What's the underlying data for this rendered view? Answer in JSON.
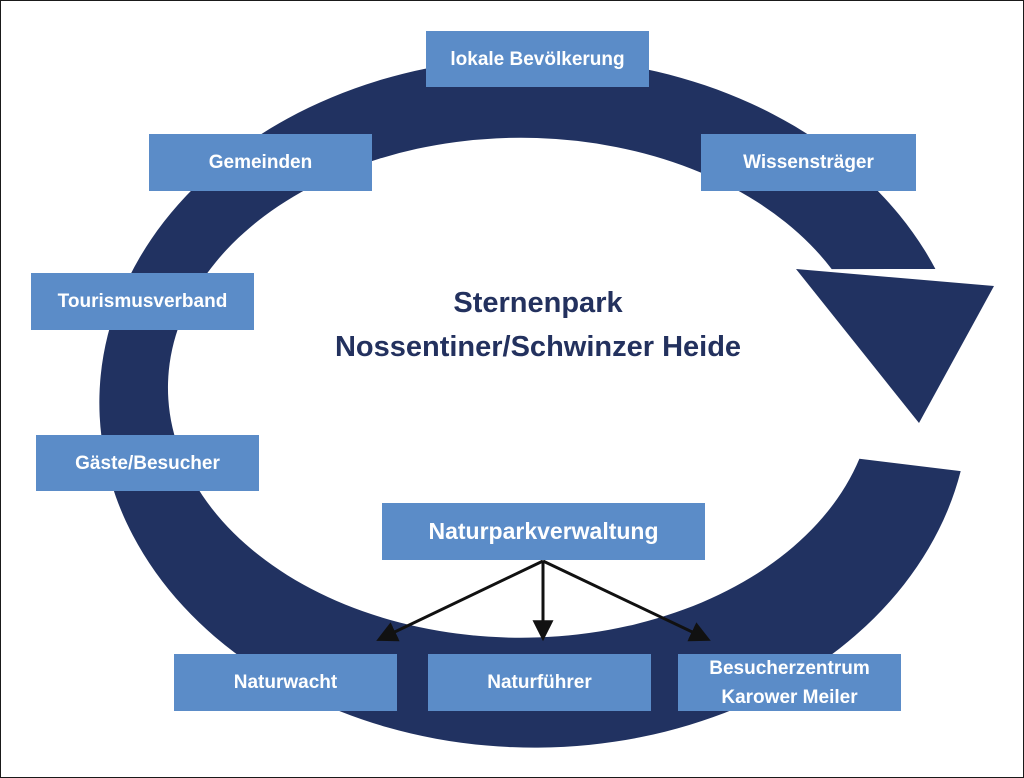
{
  "colors": {
    "cycle_arrow": "#213261",
    "box_fill": "#5b8cc8",
    "title_text": "#23315e",
    "connector": "#111111"
  },
  "title": {
    "line1": "Sternenpark",
    "line2": "Nossentiner/Schwinzer Heide"
  },
  "stakeholders": {
    "local_population": "lokale Bevölkerung",
    "municipalities": "Gemeinden",
    "knowledge_holders": "Wissensträger",
    "tourism_association": "Tourismusverband",
    "guests_visitors": "Gäste/Besucher"
  },
  "administration": {
    "label": "Naturparkverwaltung",
    "branches": {
      "nature_watch": "Naturwacht",
      "nature_guides": "Naturführer",
      "visitor_center": "Besucherzentrum\nKarower Meiler"
    }
  }
}
